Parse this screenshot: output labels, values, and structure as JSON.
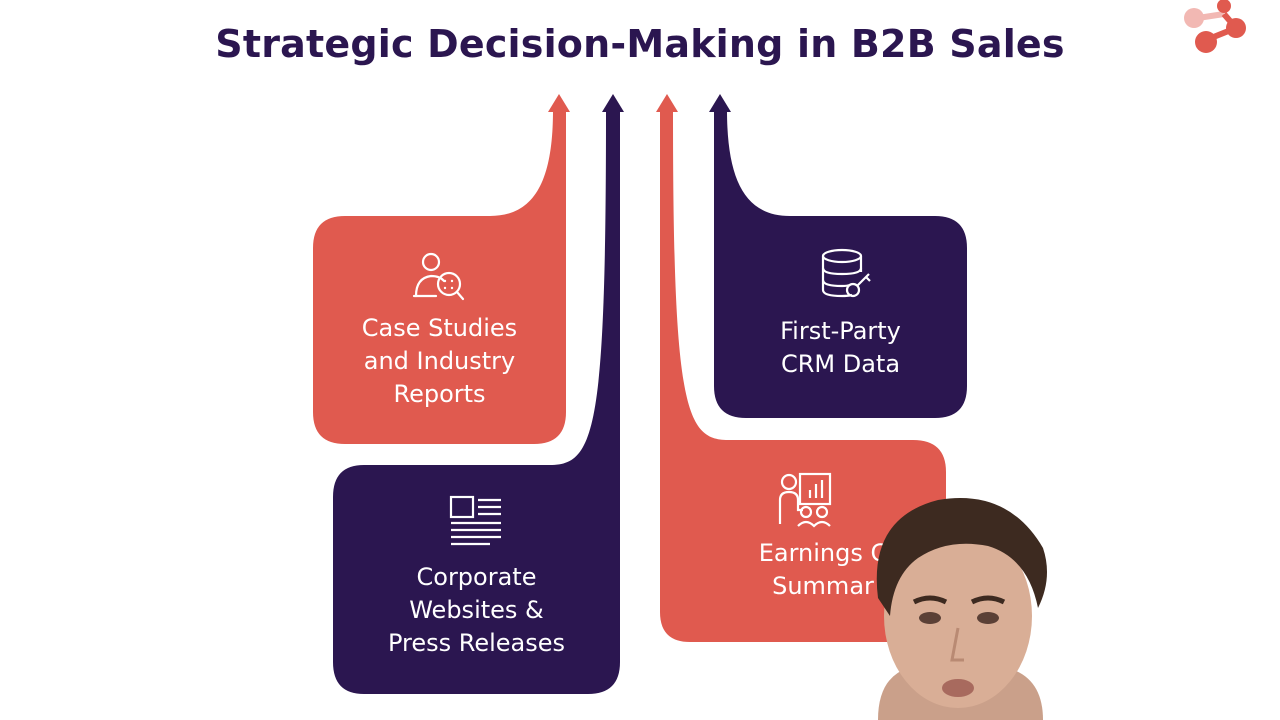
{
  "title": "Strategic Decision-Making in B2B Sales",
  "colors": {
    "coral": "#e05a4f",
    "purple": "#2b1650",
    "title_text": "#2b1650",
    "card_text": "#ffffff"
  },
  "cards": [
    {
      "id": "case-studies",
      "label": "Case Studies\nand Industry\nReports",
      "icon": "person-magnifier-icon",
      "color": "coral"
    },
    {
      "id": "corporate-websites",
      "label": "Corporate\nWebsites &\nPress Releases",
      "icon": "document-icon",
      "color": "purple"
    },
    {
      "id": "first-party-crm",
      "label": "First-Party\nCRM Data",
      "icon": "database-key-icon",
      "color": "purple"
    },
    {
      "id": "earnings",
      "label": "Earnings C\nSummar",
      "icon": "presentation-board-icon",
      "color": "coral"
    }
  ],
  "logo_icon": "connected-dots-logo-icon",
  "presenter_icon": "presenter-avatar"
}
